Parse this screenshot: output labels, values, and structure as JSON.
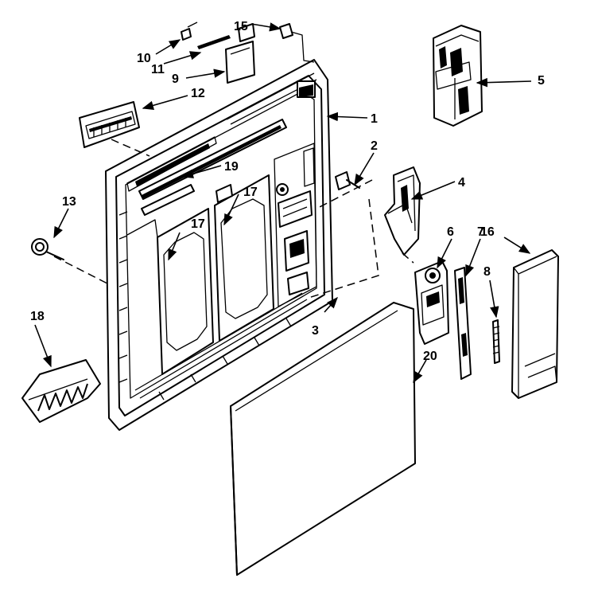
{
  "callouts": [
    {
      "id": "c1",
      "label": "1"
    },
    {
      "id": "c2",
      "label": "2"
    },
    {
      "id": "c3",
      "label": "3"
    },
    {
      "id": "c4",
      "label": "4"
    },
    {
      "id": "c5",
      "label": "5"
    },
    {
      "id": "c6",
      "label": "6"
    },
    {
      "id": "c7",
      "label": "7"
    },
    {
      "id": "c8",
      "label": "8"
    },
    {
      "id": "c9",
      "label": "9"
    },
    {
      "id": "c10",
      "label": "10"
    },
    {
      "id": "c11",
      "label": "11"
    },
    {
      "id": "c12",
      "label": "12"
    },
    {
      "id": "c13",
      "label": "13"
    },
    {
      "id": "c15",
      "label": "15"
    },
    {
      "id": "c16",
      "label": "16"
    },
    {
      "id": "c17a",
      "label": "17"
    },
    {
      "id": "c17b",
      "label": "17"
    },
    {
      "id": "c18",
      "label": "18"
    },
    {
      "id": "c19",
      "label": "19"
    },
    {
      "id": "c20",
      "label": "20"
    }
  ],
  "colors": {
    "ink": "#000000",
    "paper": "#ffffff",
    "shade": "#d8d8d8"
  }
}
